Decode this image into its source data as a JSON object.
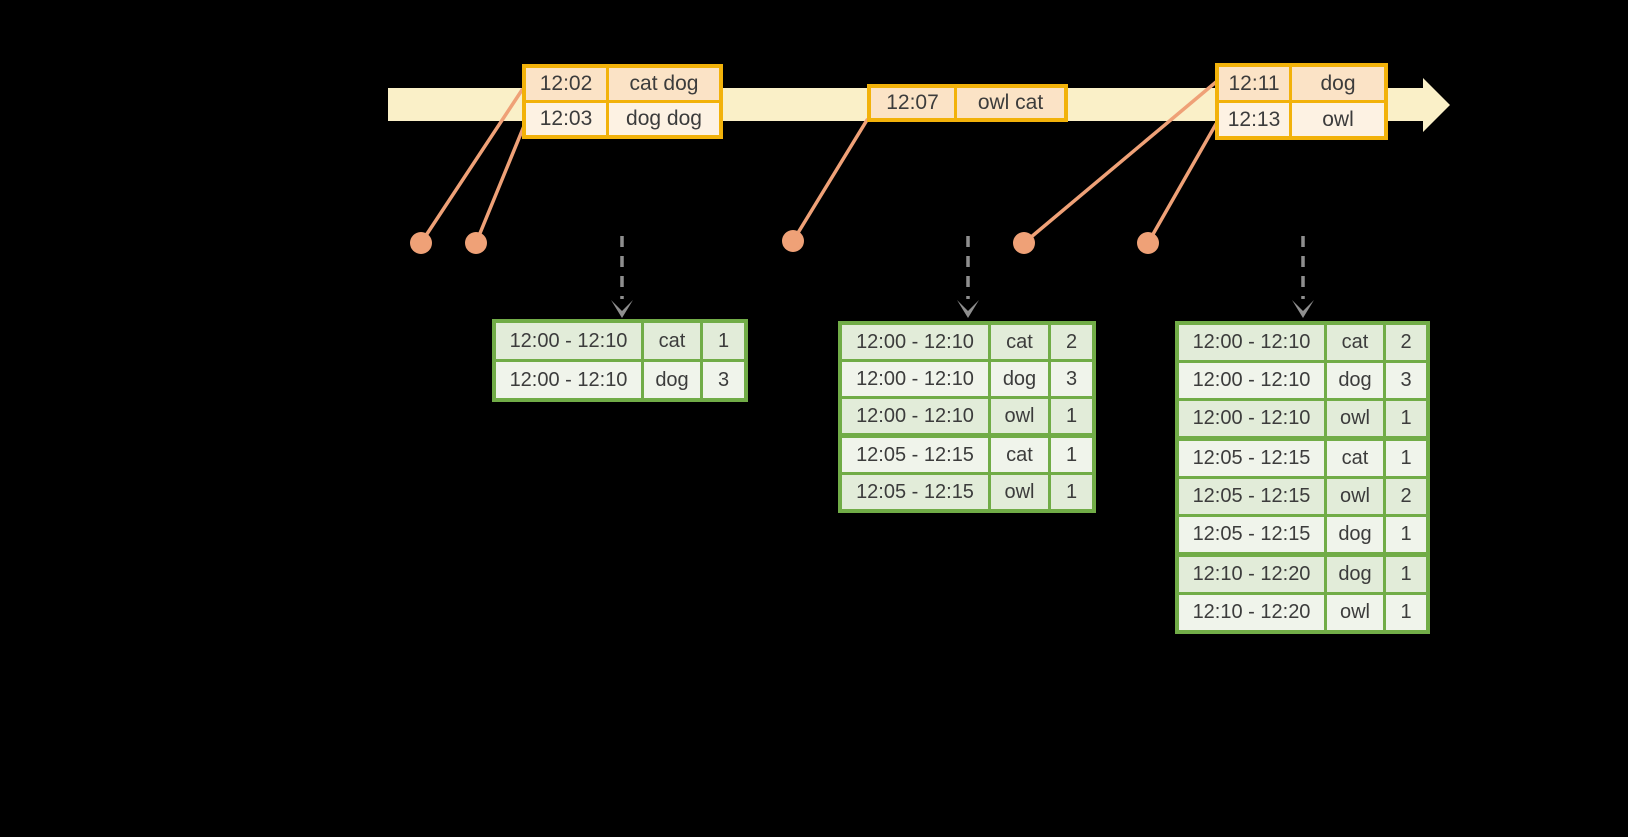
{
  "colors": {
    "background": "#000000",
    "text": "#3C3C3C",
    "timeline-fill": "#FAF0C8",
    "orange-border": "#F2B20A",
    "orange-row-dark": "#FBE3C6",
    "orange-row-light": "#FDF2E3",
    "salmon": "#EFA177",
    "green-border": "#71AC47",
    "green-row-dark": "#E2ECD9",
    "green-row-light": "#F0F4EB",
    "arrow-gray": "#8F8F8F"
  },
  "icons": {
    "timeline": "event-time-arrow",
    "event_marker": "event-dot",
    "trigger": "dashed-down-arrow"
  },
  "input_tables": [
    {
      "id": "input-batch-1",
      "rows": [
        [
          "12:02",
          "cat dog"
        ],
        [
          "12:03",
          "dog dog"
        ]
      ]
    },
    {
      "id": "input-batch-2",
      "rows": [
        [
          "12:07",
          "owl cat"
        ]
      ]
    },
    {
      "id": "input-batch-3",
      "rows": [
        [
          "12:11",
          "dog"
        ],
        [
          "12:13",
          "owl"
        ]
      ]
    }
  ],
  "result_tables": [
    {
      "id": "result-1",
      "rows": [
        [
          "12:00 - 12:10",
          "cat",
          "1"
        ],
        [
          "12:00 - 12:10",
          "dog",
          "3"
        ]
      ],
      "group_starts": []
    },
    {
      "id": "result-2",
      "rows": [
        [
          "12:00 - 12:10",
          "cat",
          "2"
        ],
        [
          "12:00 - 12:10",
          "dog",
          "3"
        ],
        [
          "12:00 - 12:10",
          "owl",
          "1"
        ],
        [
          "12:05 - 12:15",
          "cat",
          "1"
        ],
        [
          "12:05 - 12:15",
          "owl",
          "1"
        ]
      ],
      "group_starts": [
        3
      ]
    },
    {
      "id": "result-3",
      "rows": [
        [
          "12:00 - 12:10",
          "cat",
          "2"
        ],
        [
          "12:00 - 12:10",
          "dog",
          "3"
        ],
        [
          "12:00 - 12:10",
          "owl",
          "1"
        ],
        [
          "12:05 - 12:15",
          "cat",
          "1"
        ],
        [
          "12:05 - 12:15",
          "owl",
          "2"
        ],
        [
          "12:05 - 12:15",
          "dog",
          "1"
        ],
        [
          "12:10 - 12:20",
          "dog",
          "1"
        ],
        [
          "12:10 - 12:20",
          "owl",
          "1"
        ]
      ],
      "group_starts": [
        3,
        6
      ]
    }
  ]
}
